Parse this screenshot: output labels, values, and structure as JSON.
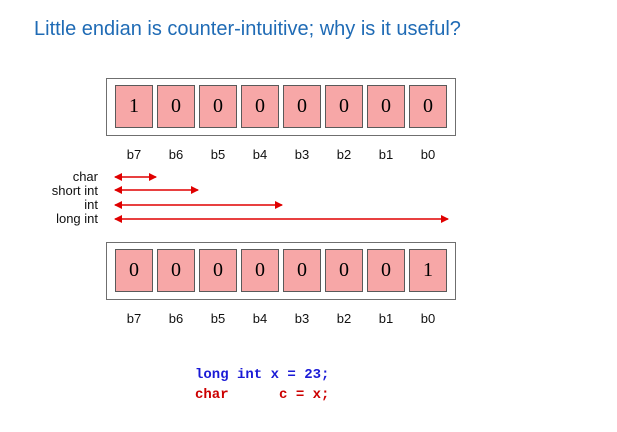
{
  "slide": {
    "title": "Little endian is counter-intuitive; why is it useful?"
  },
  "top_register": {
    "bits": [
      "1",
      "0",
      "0",
      "0",
      "0",
      "0",
      "0",
      "0"
    ],
    "labels": [
      "b7",
      "b6",
      "b5",
      "b4",
      "b3",
      "b2",
      "b1",
      "b0"
    ]
  },
  "type_arrows": [
    {
      "label": "char",
      "span_bytes": 1
    },
    {
      "label": "short int",
      "span_bytes": 2
    },
    {
      "label": "int",
      "span_bytes": 4
    },
    {
      "label": "long int",
      "span_bytes": 8
    }
  ],
  "bottom_register": {
    "bits": [
      "0",
      "0",
      "0",
      "0",
      "0",
      "0",
      "0",
      "1"
    ],
    "labels": [
      "b7",
      "b6",
      "b5",
      "b4",
      "b3",
      "b2",
      "b1",
      "b0"
    ]
  },
  "code": {
    "line1_type": "long int",
    "line1_rest": "x = 23;",
    "line2_type": "char",
    "line2_rest": "c = x;"
  },
  "colors": {
    "title": "#1f6bb5",
    "cell_fill": "#f7a7a7",
    "arrow": "#e00000",
    "code_blue": "#1a1ad6",
    "code_red": "#cc0000"
  }
}
